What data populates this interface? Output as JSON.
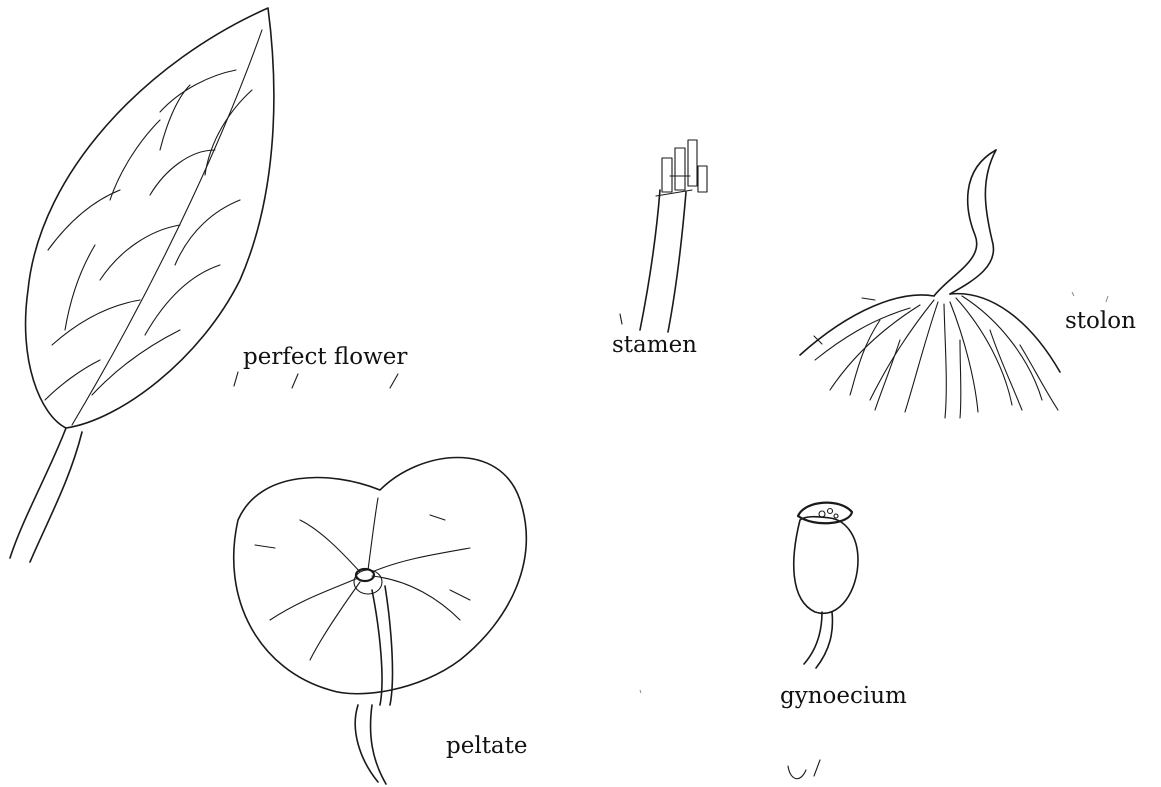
{
  "labels": {
    "perfect_flower": "perfect flower",
    "stamen": "stamen",
    "stolon": "stolon",
    "peltate": "peltate",
    "gynoecium": "gynoecium"
  }
}
